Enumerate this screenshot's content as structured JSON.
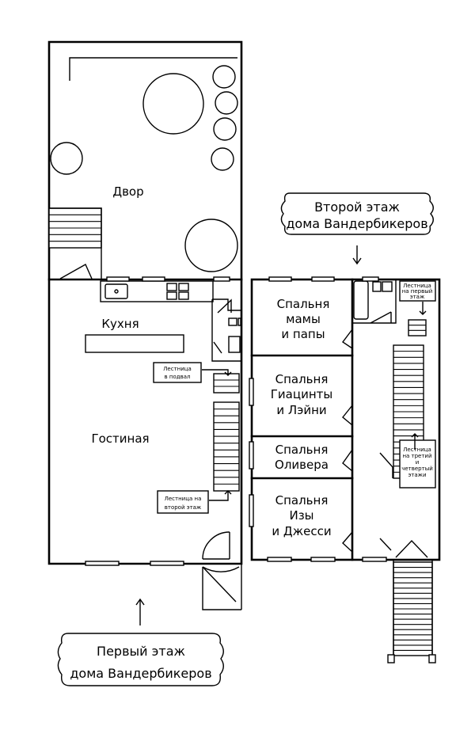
{
  "title": "",
  "labels": {
    "yard": "Двор",
    "kitchen": "Кухня",
    "living_room": "Гостиная",
    "basement_stairs": [
      "Лестница",
      "в подвал"
    ],
    "second_floor_stairs": [
      "Лестница на",
      "второй этаж"
    ],
    "bedroom_parents": [
      "Спальня",
      "мамы",
      "и папы"
    ],
    "bedroom_hyacinth": [
      "Спальня",
      "Гиацинты",
      "и Лэйни"
    ],
    "bedroom_oliver": [
      "Спальня",
      "Оливера"
    ],
    "bedroom_isa": [
      "Спальня",
      "Изы",
      "и Джесси"
    ],
    "first_floor_stairs_note": [
      "Лестница",
      "на первый",
      "этаж"
    ],
    "upper_floors_stairs_note": [
      "Лестница",
      "на третий",
      "и",
      "четвертый",
      "этажи"
    ]
  },
  "callouts": {
    "second_floor": [
      "Второй этаж",
      "дома Вандербикеров"
    ],
    "first_floor": [
      "Первый этаж",
      "дома Вандербикеров"
    ]
  },
  "colors": {
    "ink": "#000000",
    "paper": "#ffffff"
  }
}
